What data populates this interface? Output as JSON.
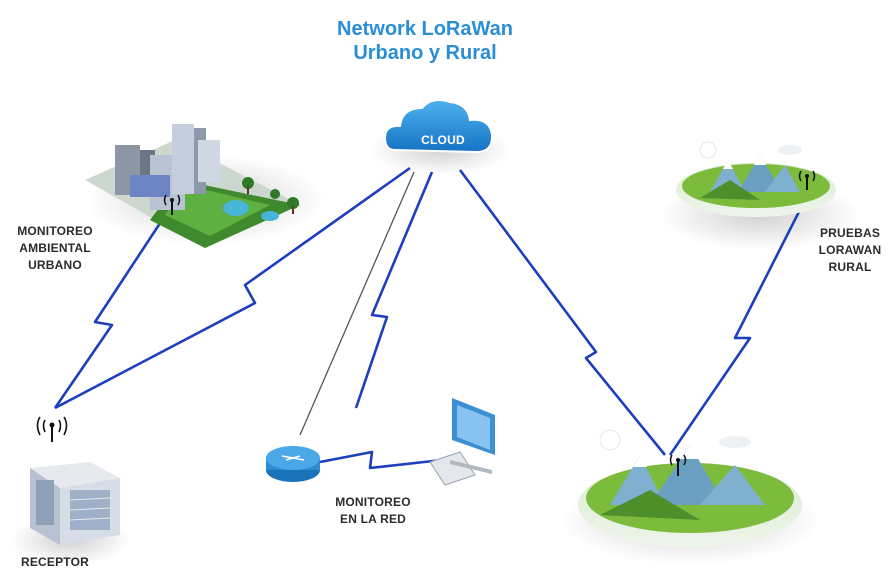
{
  "title": {
    "line1": "Network LoRaWan",
    "line2": "Urbano y Rural"
  },
  "cloud": {
    "label": "CLOUD"
  },
  "nodes": {
    "urban": {
      "line1": "MONITOREO",
      "line2": "AMBIENTAL",
      "line3": "URBANO"
    },
    "rural_test": {
      "line1": "PRUEBAS",
      "line2": "LORAWAN",
      "line3": "RURAL"
    },
    "network": {
      "line1": "MONITOREO",
      "line2": "EN LA RED"
    },
    "receiver": {
      "line1": "RECEPTOR"
    }
  },
  "colors": {
    "title": "#2a8ed6",
    "link": "#1d3fbf",
    "cloud": "#1e88d8",
    "grass": "#7dbb3c",
    "mountain": "#7fb0cf",
    "building": "#b8c2d2"
  }
}
